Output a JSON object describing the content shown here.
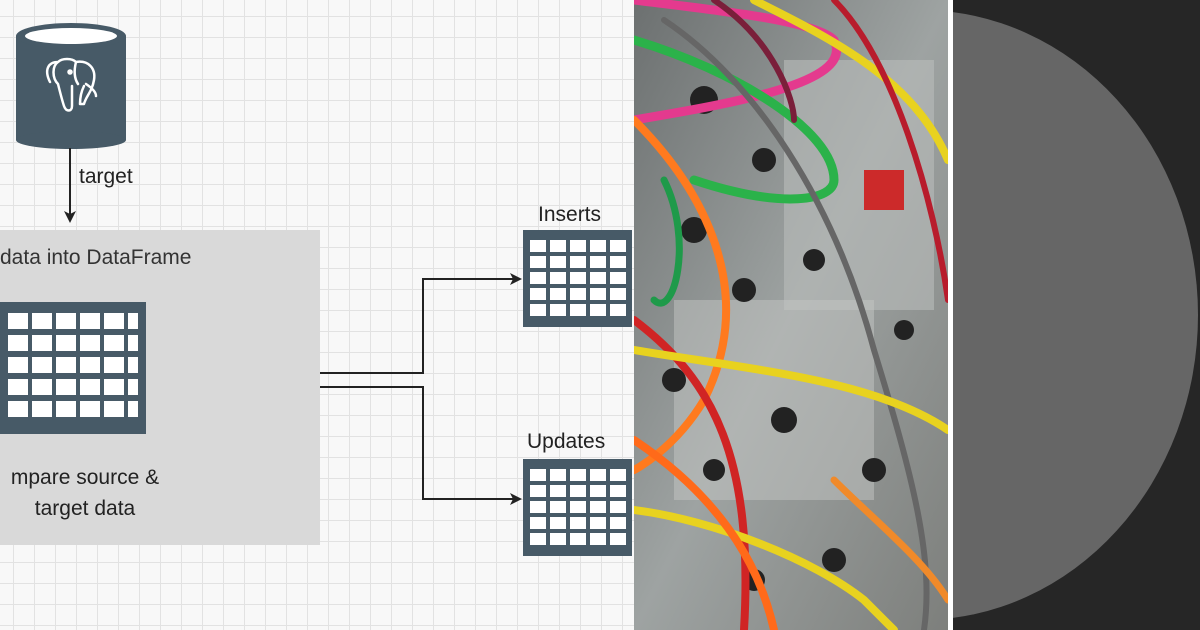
{
  "diagram": {
    "target_label": "target",
    "box_title": "data into DataFrame",
    "compare_line1": "mpare source &",
    "compare_line2": "target data",
    "inserts_label": "Inserts",
    "updates_label": "Updates",
    "db_icon": "postgresql-elephant-icon",
    "accent_color": "#475a67"
  }
}
